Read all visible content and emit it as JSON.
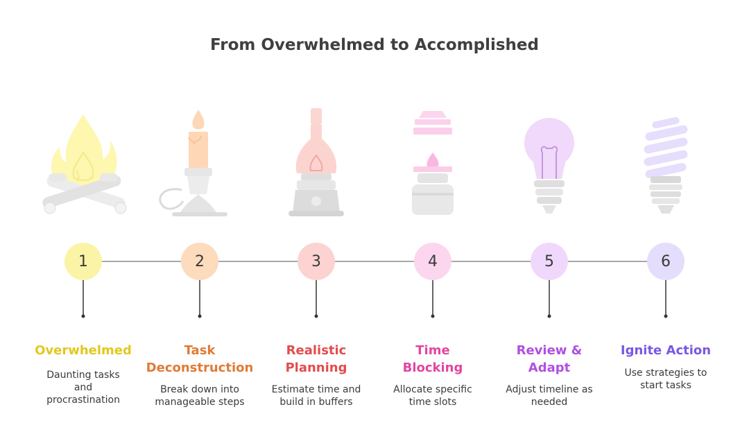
{
  "title": "From Overwhelmed to Accomplished",
  "steps": [
    {
      "number": "1",
      "title": "Overwhelmed",
      "description": "Daunting tasks and procrastination",
      "color": "#e2c81e",
      "node_color": "#fbf3a6",
      "icon": "campfire-icon"
    },
    {
      "number": "2",
      "title": "Task Deconstruction",
      "description": "Break down into manageable steps",
      "color": "#e07b35",
      "node_color": "#fddbbd",
      "icon": "candle-icon"
    },
    {
      "number": "3",
      "title": "Realistic Planning",
      "description": "Estimate time and build in buffers",
      "color": "#e24d4d",
      "node_color": "#fcd3d0",
      "icon": "oil-lamp-icon"
    },
    {
      "number": "4",
      "title": "Time Blocking",
      "description": "Allocate specific time slots",
      "color": "#e245a2",
      "node_color": "#fcd6ee",
      "icon": "gas-stove-icon"
    },
    {
      "number": "5",
      "title": "Review & Adapt",
      "description": "Adjust timeline as needed",
      "color": "#b04fe0",
      "node_color": "#f0d8fc",
      "icon": "light-bulb-icon"
    },
    {
      "number": "6",
      "title": "Ignite Action",
      "description": "Use strategies to start tasks",
      "color": "#7a56e6",
      "node_color": "#e5ddfc",
      "icon": "cfl-bulb-icon"
    }
  ]
}
